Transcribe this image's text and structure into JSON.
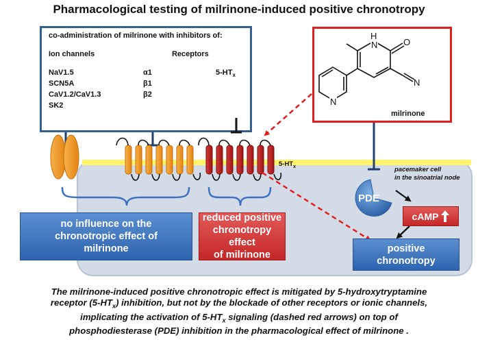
{
  "title": "Pharmacological testing of milrinone-induced positive chronotropy",
  "inhibitors_box": {
    "heading": "co-administration of milrinone with inhibitors of:",
    "ion_channels_header": "Ion channels",
    "receptors_header": "Receptors",
    "ion_channels": [
      "NaV1.5",
      "SCN5A",
      "CaV1.2/CaV1.3",
      "SK2"
    ],
    "receptors": [
      "α1",
      "β1",
      "β2"
    ],
    "receptor_5ht": "5-HT",
    "receptor_5ht_sub": "x"
  },
  "milrinone_box": {
    "label": "milrinone",
    "atoms": {
      "nh": "N",
      "h": "H",
      "o": "O",
      "cn": "N",
      "pyr_n": "N"
    }
  },
  "membrane_label": "5-HT",
  "membrane_label_sub": "x",
  "pacemaker_label": [
    "pacemaker cell",
    "in the sinoatrial node"
  ],
  "pde_label": "PDE",
  "camp_label": "cAMP",
  "boxes": {
    "no_influence": [
      "no influence on the",
      "chronotropic effect of",
      "milrinone"
    ],
    "reduced": [
      "reduced positive",
      "chronotropy effect",
      "of milrinone"
    ],
    "positive": [
      "positive",
      "chronotropy"
    ]
  },
  "caption": {
    "l1": "The milrinone-induced positive chronotropic effect is mitigated by 5-hydroxytryptamine",
    "l2a": "receptor (5-HT",
    "l2sub": "x",
    "l2b": ") inhibition, but not by the blockade of other receptors or ionic channels,",
    "l3a": "implicating the activation of 5-HT",
    "l3sub": "x",
    "l3b": " signaling (dashed red arrows) on top of",
    "l4": "phosphodiesterase (PDE) inhibition in the pharmacological effect of milrinone ."
  },
  "colors": {
    "blue_box": "#3a72c0",
    "red_box": "#cc3333",
    "orange": "#f39a23",
    "dark_red": "#b51c1c",
    "membrane_yellow": "#fff36a",
    "cell_bg": "#d3dbe7",
    "dashed_arrow": "#e21d1d"
  }
}
